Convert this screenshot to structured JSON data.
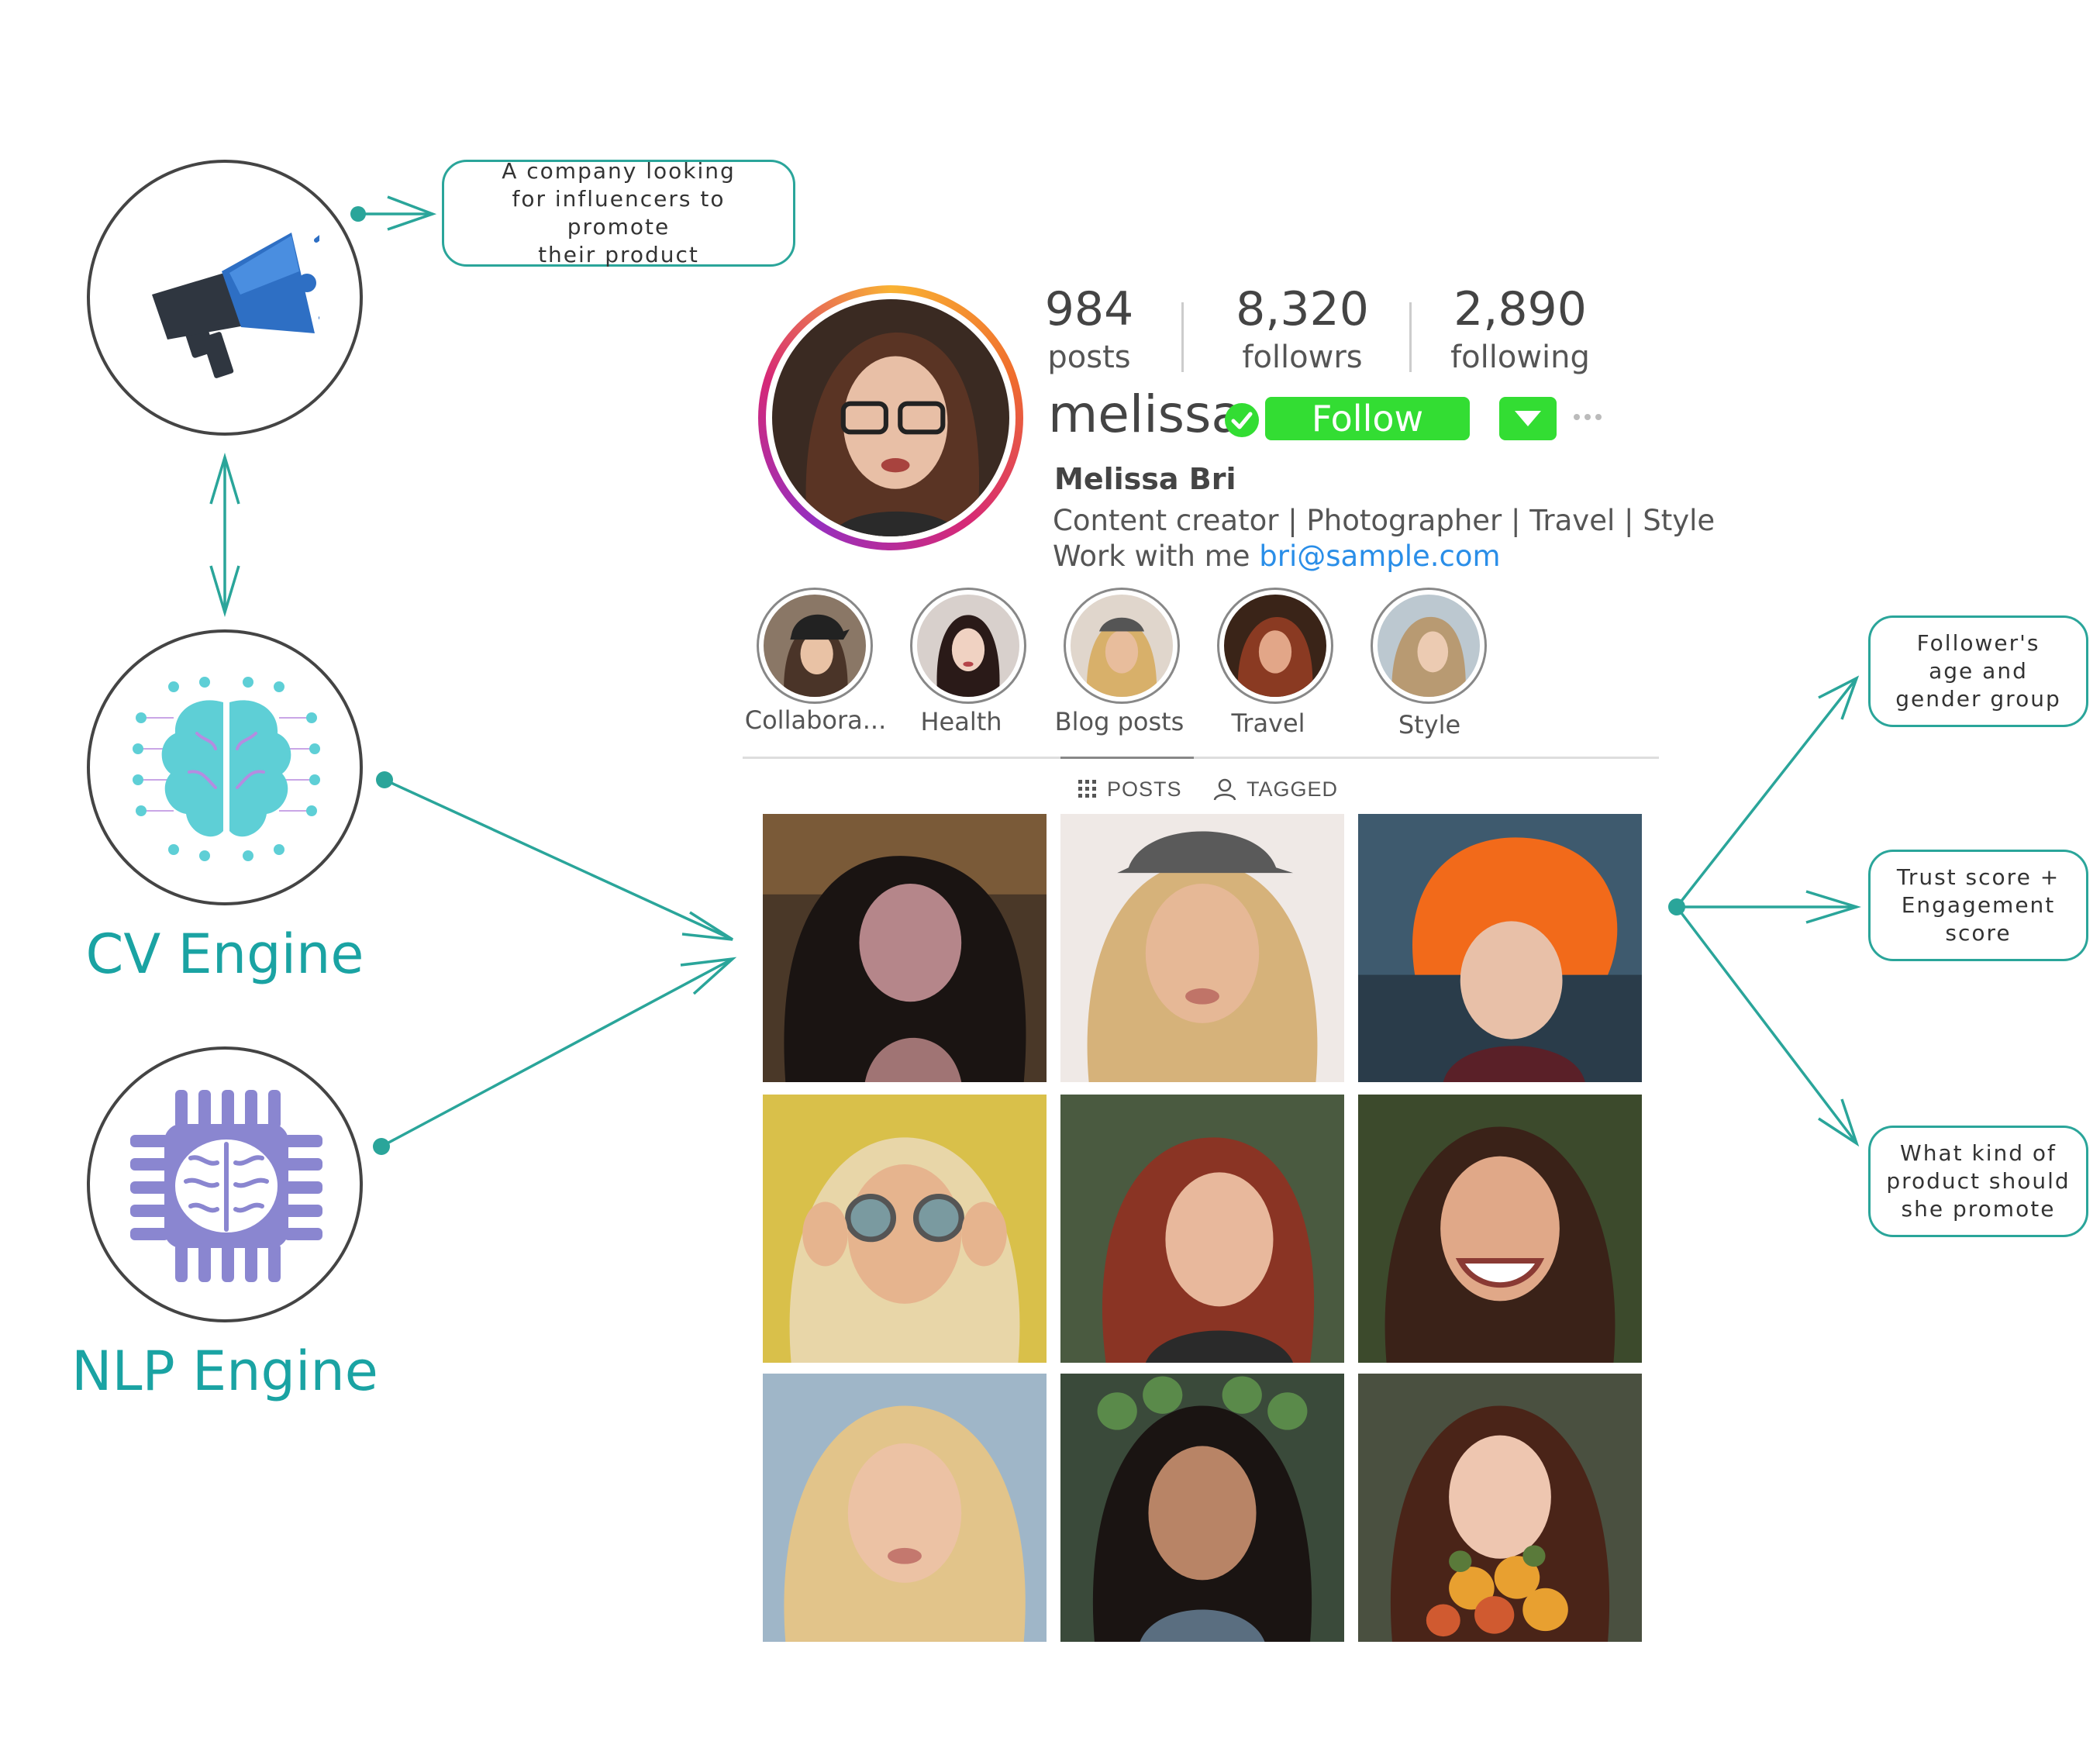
{
  "callouts": {
    "company": "A company looking\nfor influencers to promote\ntheir product",
    "demographics": "Follower's\nage and\ngender group",
    "scores": "Trust score +\nEngagement\nscore",
    "product": "What kind of\nproduct should\nshe promote"
  },
  "engines": {
    "cv_label": "CV Engine",
    "nlp_label": "NLP Engine"
  },
  "icons": {
    "company": "megaphone-icon",
    "cv": "brain-network-icon",
    "nlp": "brain-chip-icon"
  },
  "profile": {
    "stats": [
      {
        "value": "984",
        "label": "posts"
      },
      {
        "value": "8,320",
        "label": "followrs"
      },
      {
        "value": "2,890",
        "label": "following"
      }
    ],
    "username": "melissa",
    "follow_label": "Follow",
    "full_name": "Melissa Bri",
    "bio_line": "Content creator | Photographer | Travel | Style",
    "contact_prefix": "Work with me ",
    "contact_email": "bri@sample.com",
    "highlights": [
      "Collabora...",
      "Health",
      "Blog posts",
      "Travel",
      "Style"
    ],
    "tabs": {
      "posts": "POSTS",
      "tagged": "TAGGED"
    }
  },
  "colors": {
    "teal": "#2aa59a",
    "follow_green": "#33dd33",
    "email_blue": "#2a8ee8",
    "megaphone_blue": "#2e6fc4",
    "cv_teal": "#5ecfd6",
    "nlp_purple": "#8a86d0"
  }
}
